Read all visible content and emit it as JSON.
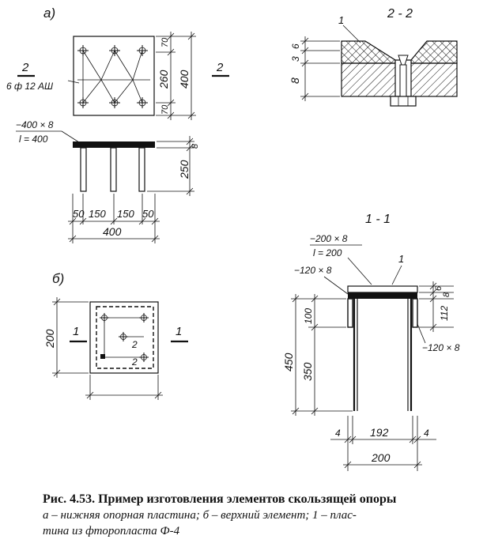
{
  "views": {
    "a": {
      "tag": "а)",
      "section_mark": "2",
      "rebar": "6 ф 12 АШ",
      "plate": "−400 × 8",
      "plate_len": "l = 400",
      "dims_v": [
        "70",
        "260",
        "70",
        "400"
      ],
      "dims_side": [
        "8",
        "250"
      ],
      "dims_bottom": [
        "50",
        "150",
        "150",
        "50",
        "400"
      ]
    },
    "b": {
      "tag": "б)",
      "section_mark": "1",
      "dim_h": "200",
      "inner_marks": [
        "2",
        "2"
      ]
    },
    "s22": {
      "title": "2 - 2",
      "callout": "1",
      "dims": [
        "6",
        "3",
        "8"
      ]
    },
    "s11": {
      "title": "1 - 1",
      "plate_top": "−200 × 8",
      "plate_top_len": "l = 200",
      "plate_side_l": "−120 × 8",
      "plate_side_r": "−120 × 8",
      "callout": "1",
      "dims_top": [
        "6",
        "8"
      ],
      "dim_112": "112",
      "dims_left": [
        "450",
        "100",
        "350"
      ],
      "dims_bottom": [
        "4",
        "192",
        "4",
        "200"
      ]
    }
  },
  "caption": {
    "title": "Рис. 4.53. Пример изготовления элементов скользящей опоры",
    "line2": "а – нижняя опорная пластина;  б – верхний элемент;  1 – плас-",
    "line3": "тина из фторопласта Ф-4"
  }
}
